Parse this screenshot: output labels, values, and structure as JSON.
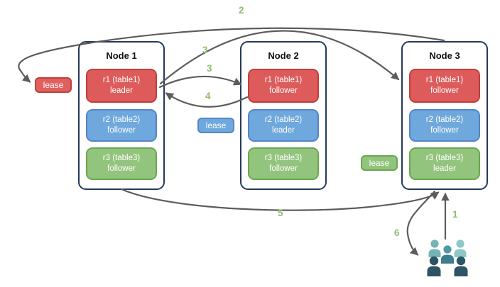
{
  "diagram": {
    "nodes": [
      {
        "title": "Node 1",
        "replicas": [
          {
            "name": "r1 (table1)",
            "role": "leader",
            "color": "red"
          },
          {
            "name": "r2 (table2)",
            "role": "follower",
            "color": "blue"
          },
          {
            "name": "r3 (table3)",
            "role": "follower",
            "color": "green"
          }
        ]
      },
      {
        "title": "Node 2",
        "replicas": [
          {
            "name": "r1 (table1)",
            "role": "follower",
            "color": "red"
          },
          {
            "name": "r2 (table2)",
            "role": "leader",
            "color": "blue"
          },
          {
            "name": "r3 (table3)",
            "role": "follower",
            "color": "green"
          }
        ]
      },
      {
        "title": "Node 3",
        "replicas": [
          {
            "name": "r1 (table1)",
            "role": "follower",
            "color": "red"
          },
          {
            "name": "r2 (table2)",
            "role": "follower",
            "color": "blue"
          },
          {
            "name": "r3 (table3)",
            "role": "leader",
            "color": "green"
          }
        ]
      }
    ],
    "leases": [
      {
        "label": "lease",
        "color": "#E06060"
      },
      {
        "label": "lease",
        "color": "#6FA8DC"
      },
      {
        "label": "lease",
        "color": "#93C47D"
      }
    ],
    "steps": [
      {
        "label": "1"
      },
      {
        "label": "2"
      },
      {
        "label": "3"
      },
      {
        "label": "3"
      },
      {
        "label": "4"
      },
      {
        "label": "5"
      },
      {
        "label": "6"
      }
    ],
    "icons": {
      "users": "users-icon"
    },
    "colors": {
      "red_fill": "#DD5B5B",
      "red_border": "#C13F3A",
      "blue_fill": "#6FA8DC",
      "blue_border": "#5585C9",
      "green_fill": "#93C47D",
      "green_border": "#69A84F",
      "node_border": "#23395B",
      "arrow": "#5C5C5C",
      "step_label": "#8CBE6C",
      "users_light": "#8FC7C9",
      "users_medium": "#74B3B6",
      "users_teal": "#4E99A4",
      "users_dark": "#2D5464"
    }
  }
}
